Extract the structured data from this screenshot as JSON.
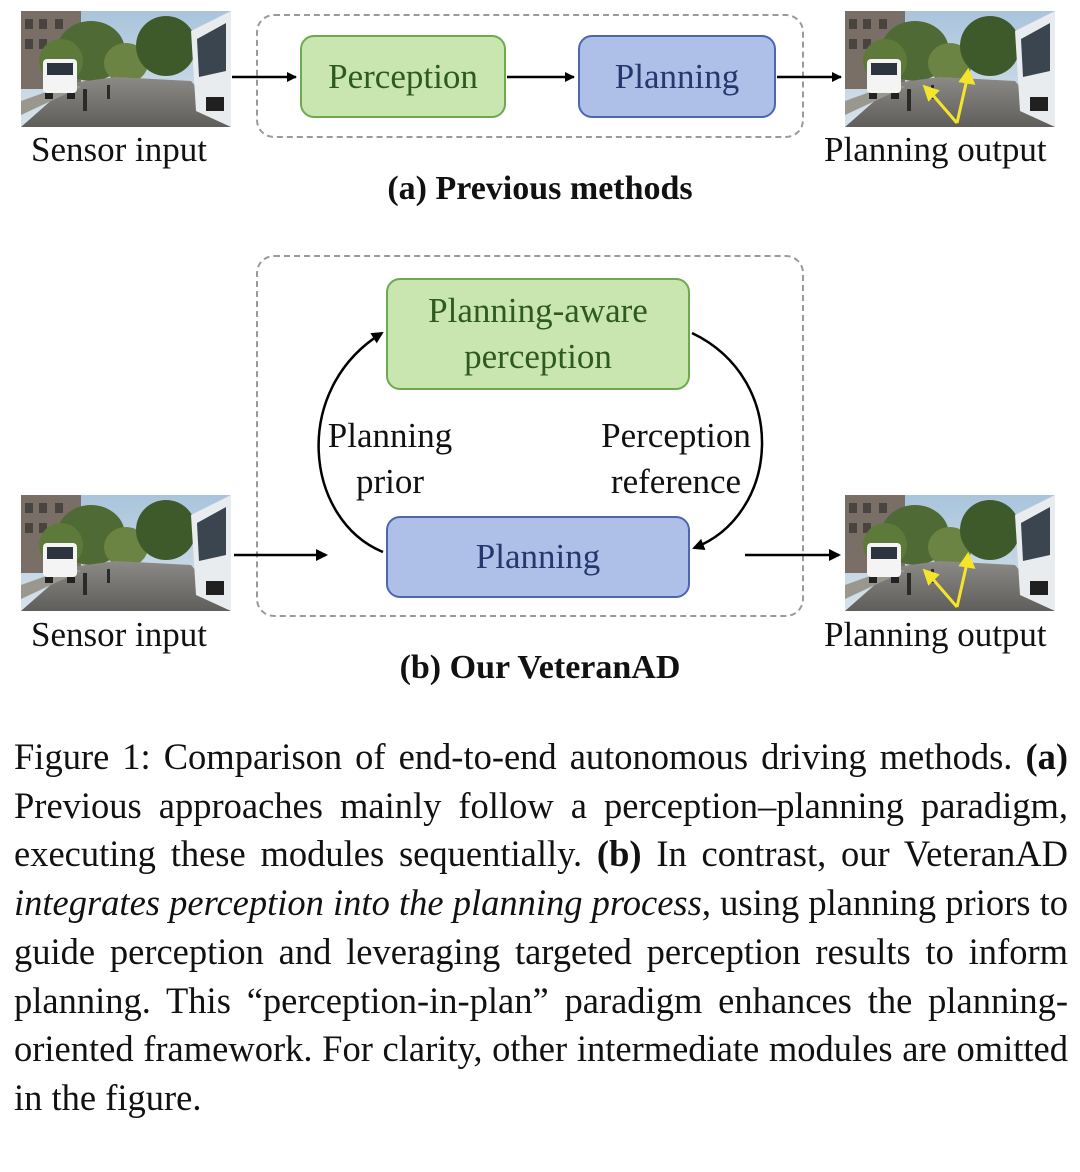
{
  "panel_a": {
    "sensor_label": "Sensor input",
    "output_label": "Planning output",
    "perception": "Perception",
    "planning": "Planning",
    "subcaption": "(a) Previous methods"
  },
  "panel_b": {
    "sensor_label": "Sensor input",
    "output_label": "Planning output",
    "pa_line1": "Planning-aware",
    "pa_line2": "perception",
    "planning": "Planning",
    "left_line1": "Planning",
    "left_line2": "prior",
    "right_line1": "Perception",
    "right_line2": "reference",
    "subcaption": "(b) Our VeteranAD"
  },
  "caption": {
    "t1": "Figure 1: Comparison of end-to-end autonomous driving methods. ",
    "b1": "(a)",
    "t2": " Previous approaches mainly follow a percep­tion–planning paradigm, executing these modules sequen­tially. ",
    "b2": "(b)",
    "t3": " In contrast, our VeteranAD ",
    "i1": "integrates perception into the planning process",
    "t4": ", using planning priors to guide per­ception and leveraging targeted perception results to inform planning. This “perception-in-plan” paradigm enhances the planning-oriented framework. For clarity, other intermediate modules are omitted in the figure."
  },
  "colors": {
    "green_fill": "#c9e6b1",
    "green_border": "#6ea94e",
    "blue_fill": "#aebfe8",
    "blue_border": "#4c67ad",
    "trajectory": "#f5e52a"
  },
  "icons": [
    "street-scene-image",
    "arrow-right-icon",
    "curved-arrow-icon",
    "trajectory-arrows-icon"
  ]
}
